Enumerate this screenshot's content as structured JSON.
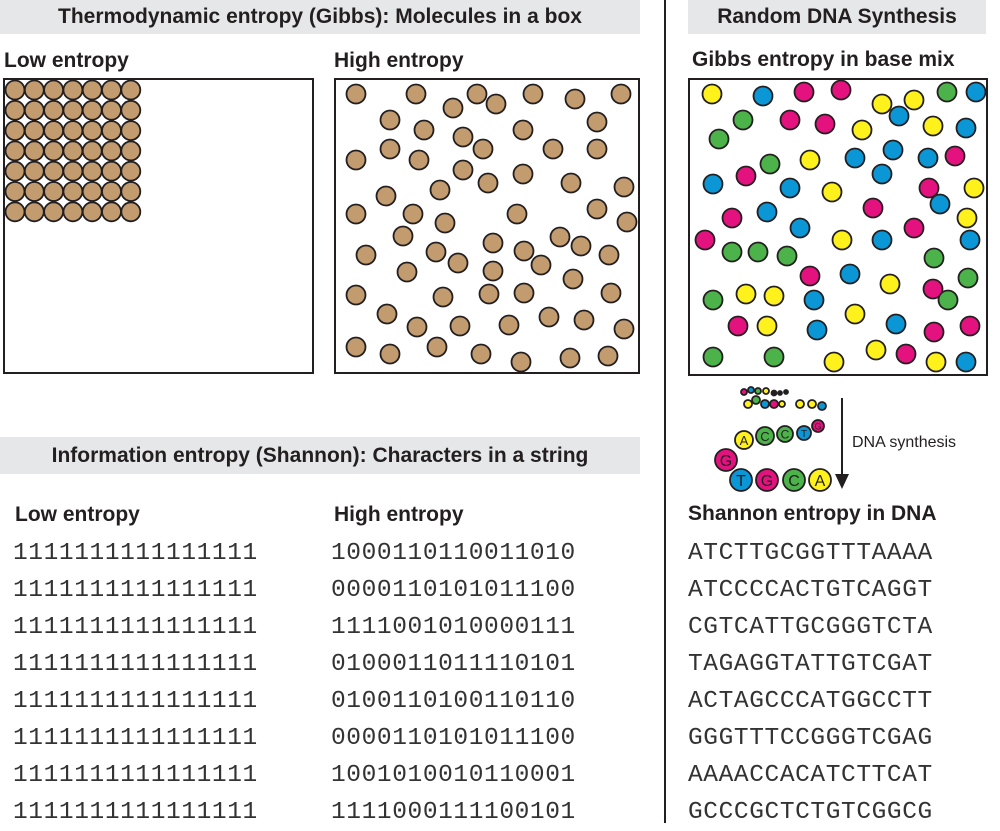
{
  "thermo": {
    "title": "Thermodynamic entropy (Gibbs): Molecules in a box",
    "low_label": "Low entropy",
    "high_label": "High entropy",
    "molecule_color": "#c29b6e",
    "grid_rows": 7,
    "grid_cols": 7
  },
  "info": {
    "title": "Information entropy (Shannon): Characters in a string",
    "low_label": "Low entropy",
    "high_label": "High entropy",
    "low_strings": [
      "1111111111111111",
      "1111111111111111",
      "1111111111111111",
      "1111111111111111",
      "1111111111111111",
      "1111111111111111",
      "1111111111111111",
      "1111111111111111"
    ],
    "high_strings": [
      "1000110110011010",
      "0000110101011100",
      "1111001010000111",
      "0100011011110101",
      "0100110100110110",
      "0000110101011100",
      "1001010010110001",
      "1111000111100101"
    ]
  },
  "dna": {
    "title": "Random DNA Synthesis",
    "gibbs_label": "Gibbs entropy in base mix",
    "synthesis_label": "DNA synthesis",
    "shannon_label": "Shannon entropy in DNA",
    "strand_letters": [
      "T",
      "G",
      "C",
      "A",
      "G",
      "A",
      "C",
      "C",
      "T",
      "G"
    ],
    "sequences": [
      "ATCTTGCGGTTTAAAA",
      "ATCCCCACTGTCAGGT",
      "CGTCATTGCGGGTCTA",
      "TAGAGGTATTGTCGAT",
      "ACTAGCCCATGGCCTT",
      "GGGTTTCCGGGTCGAG",
      "AAAACCACATCTTCAT",
      "GCCCGCTCTGTCGGCG"
    ],
    "base_colors": {
      "A": "#fff21c",
      "T": "#0b96d6",
      "G": "#e3127e",
      "C": "#4cb24a"
    }
  }
}
